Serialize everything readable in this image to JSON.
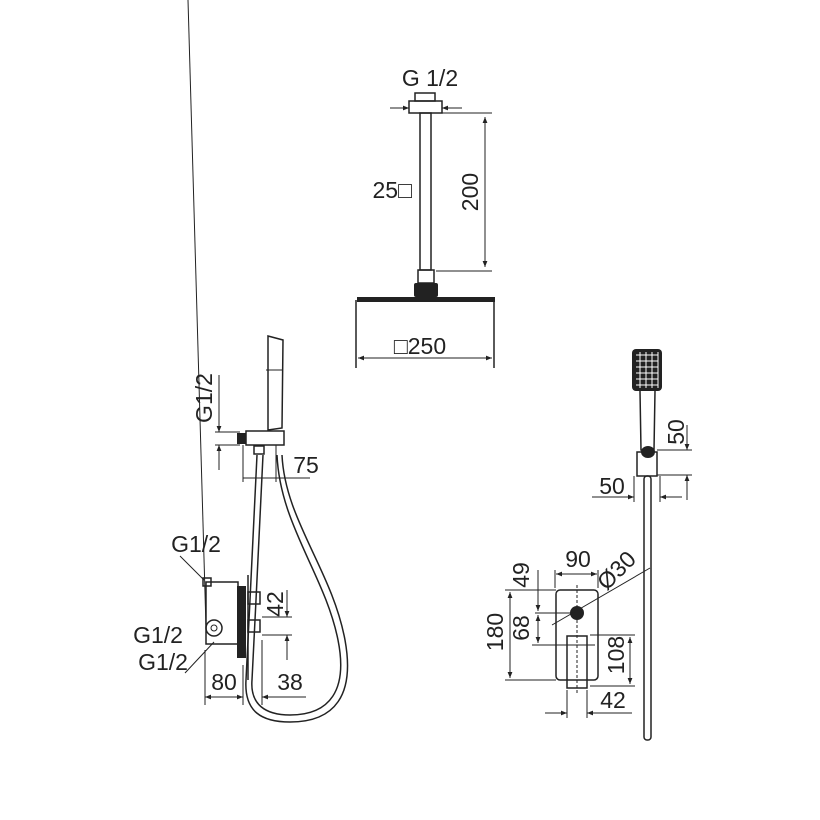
{
  "title": "Shower set technical drawing",
  "ceiling_shower": {
    "inlet_label": "G 1/2",
    "arm_section_label": "25□",
    "arm_length_label": "200",
    "head_size_label": "□250"
  },
  "side_view": {
    "wall_outlet_label": "G1/2",
    "bracket_projection_label": "75",
    "valve_top_inlet_label": "G1/2",
    "valve_inlet_label_1": "G1/2",
    "valve_inlet_label_2": "G1/2",
    "outlet_spacing_label": "42",
    "box_depth_label": "80",
    "valve_projection_label": "38"
  },
  "front_view": {
    "holder_width_label": "50",
    "holder_height_label": "50",
    "plate_width_label": "90",
    "handle_diameter_label": "Ø30",
    "offset_label": "49",
    "spacing_label": "68",
    "plate_height_label": "180",
    "lever_height_label": "108",
    "lever_width_label": "42"
  },
  "colors": {
    "line": "#222222",
    "background": "#ffffff"
  }
}
